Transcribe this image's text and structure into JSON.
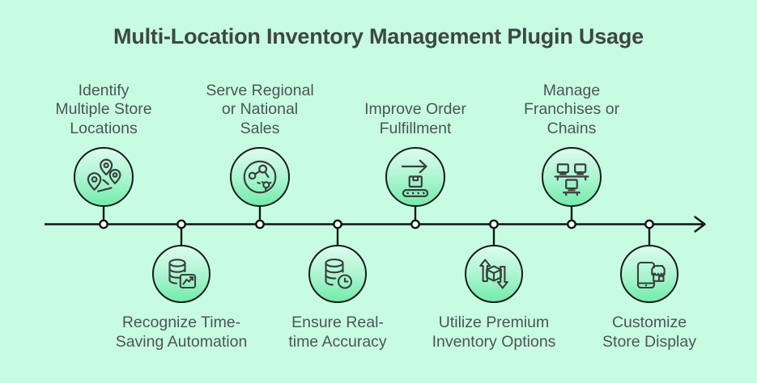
{
  "title": "Multi-Location Inventory Management Plugin Usage",
  "colors": {
    "background": "#c7fce3",
    "title_text": "#3e4743",
    "label_text": "#4c5651",
    "outline": "#171d1a",
    "icon_stroke": "#38403c",
    "circle_gradient_top": "#dcfcee",
    "circle_gradient_bottom": "#74ebab",
    "timeline": "#0e1413"
  },
  "timeline": {
    "direction": "left-to-right-arrow",
    "node_count": 8
  },
  "items": [
    {
      "position": "top",
      "icon": "map-pins-icon",
      "lines": [
        "Identify",
        "Multiple Store",
        "Locations"
      ]
    },
    {
      "position": "bottom",
      "icon": "database-chart-icon",
      "lines": [
        "Recognize Time-",
        "Saving Automation"
      ]
    },
    {
      "position": "top",
      "icon": "globe-network-icon",
      "lines": [
        "Serve Regional",
        "or National",
        "Sales"
      ]
    },
    {
      "position": "bottom",
      "icon": "database-clock-icon",
      "lines": [
        "Ensure Real-",
        "time Accuracy"
      ]
    },
    {
      "position": "top",
      "icon": "conveyor-belt-icon",
      "lines": [
        "Improve Order",
        "Fulfillment"
      ]
    },
    {
      "position": "bottom",
      "icon": "cube-transfer-icon",
      "lines": [
        "Utilize Premium",
        "Inventory Options"
      ]
    },
    {
      "position": "top",
      "icon": "monitors-network-icon",
      "lines": [
        "Manage",
        "Franchises or",
        "Chains"
      ]
    },
    {
      "position": "bottom",
      "icon": "phone-store-icon",
      "lines": [
        "Customize",
        "Store Display"
      ]
    }
  ]
}
